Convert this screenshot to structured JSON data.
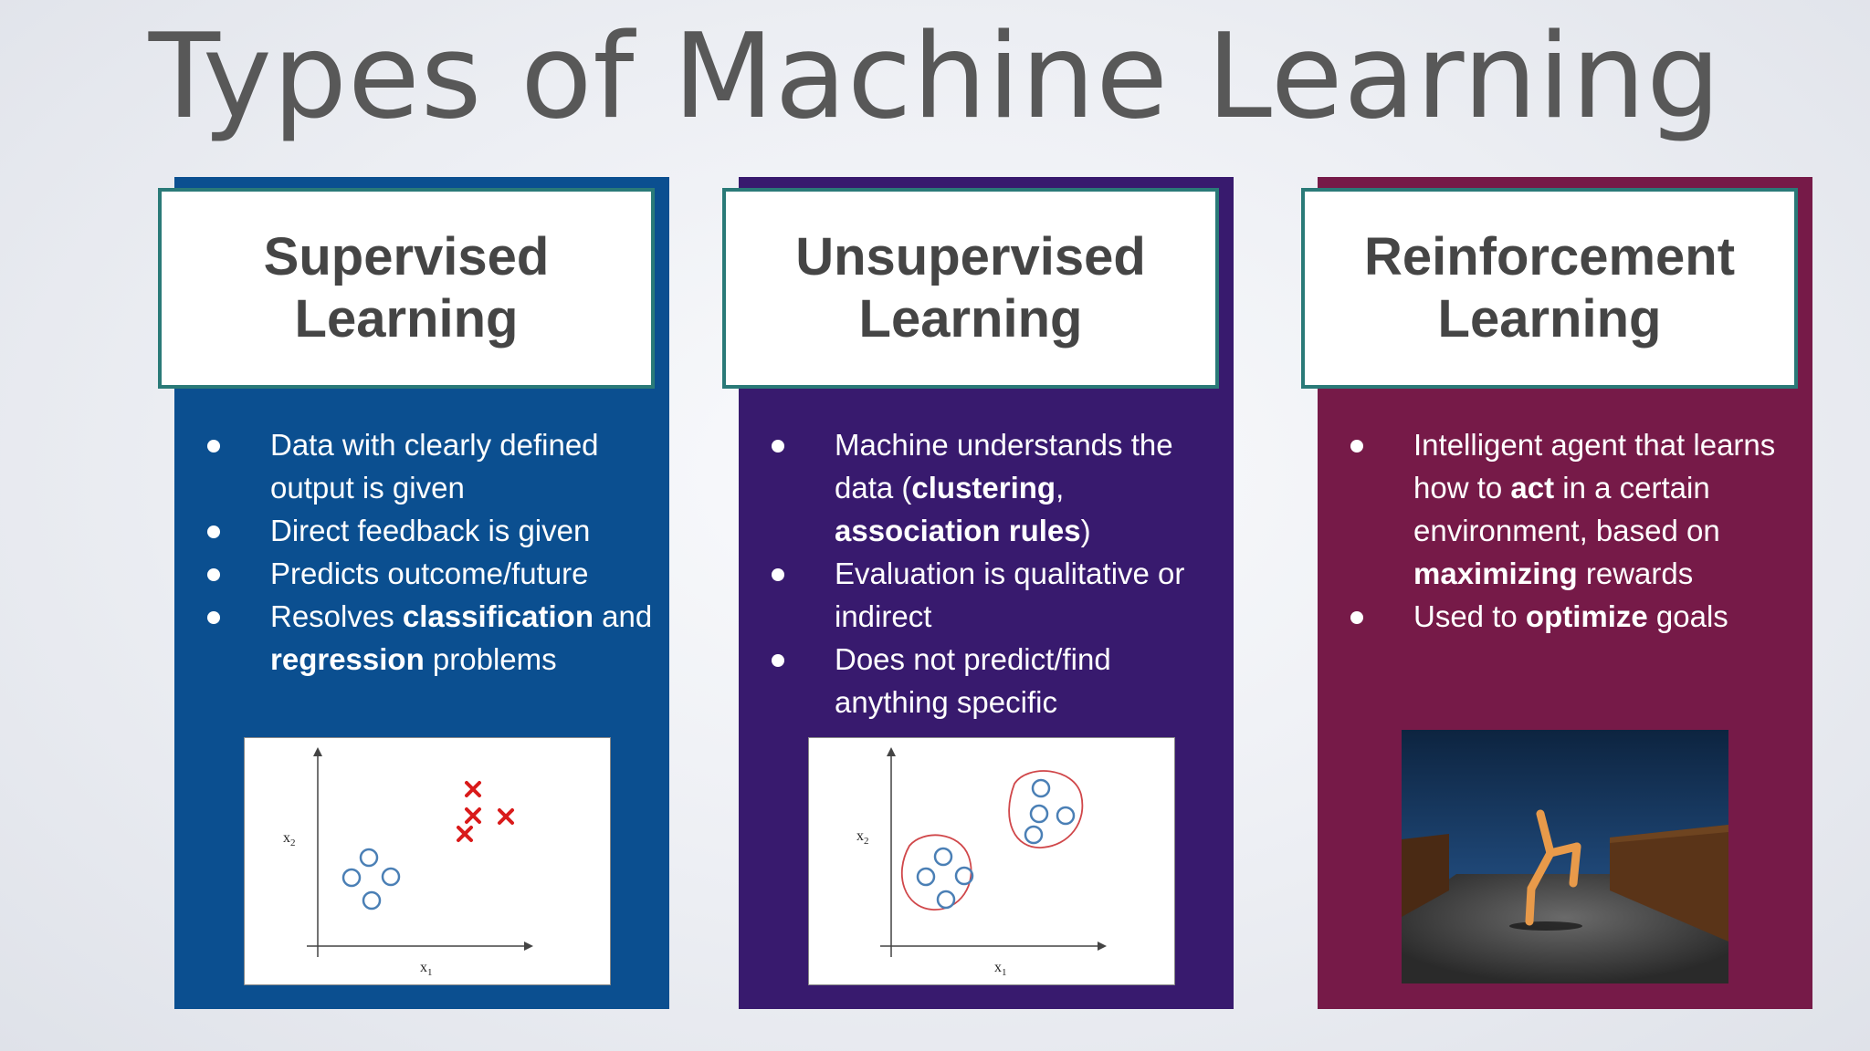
{
  "slide": {
    "title": "Types of Machine Learning"
  },
  "columns": [
    {
      "id": "supervised",
      "title_line1": "Supervised",
      "title_line2": "Learning",
      "bullets": [
        [
          {
            "t": "Data with clearly defined output is given"
          }
        ],
        [
          {
            "t": "Direct feedback is given"
          }
        ],
        [
          {
            "t": "Predicts outcome/future"
          }
        ],
        [
          {
            "t": "Resolves "
          },
          {
            "t": "classification",
            "b": true
          },
          {
            "t": " and "
          },
          {
            "t": "regression",
            "b": true
          },
          {
            "t": " problems"
          }
        ]
      ]
    },
    {
      "id": "unsupervised",
      "title_line1": "Unsupervised",
      "title_line2": "Learning",
      "bullets": [
        [
          {
            "t": "Machine understands the data ("
          },
          {
            "t": "clustering",
            "b": true
          },
          {
            "t": ", "
          },
          {
            "t": "association rules",
            "b": true
          },
          {
            "t": ")"
          }
        ],
        [
          {
            "t": "Evaluation is qualitative or indirect"
          }
        ],
        [
          {
            "t": "Does not predict/find anything specific"
          }
        ]
      ]
    },
    {
      "id": "reinforcement",
      "title_line1": "Reinforcement",
      "title_line2": "Learning",
      "bullets": [
        [
          {
            "t": "Intelligent agent that learns how to "
          },
          {
            "t": "act",
            "b": true
          },
          {
            "t": " in a certain environment, based on "
          },
          {
            "t": "maximizing",
            "b": true
          },
          {
            "t": " rewards"
          }
        ],
        [
          {
            "t": "Used to "
          },
          {
            "t": "optimize",
            "b": true
          },
          {
            "t": " goals"
          }
        ]
      ]
    }
  ],
  "plots": {
    "supervised": {
      "ylabel": "x",
      "ysub": "2",
      "xlabel": "x",
      "xsub": "1"
    },
    "unsupervised": {
      "ylabel": "x",
      "ysub": "2",
      "xlabel": "x",
      "xsub": "1"
    }
  },
  "colors": {
    "supervised": "#0b4f90",
    "unsupervised": "#381a6e",
    "reinforcement": "#761a48",
    "header_border": "#2a7a78",
    "circle_marker": "#4a7fb5",
    "cross_marker": "#d91a1a",
    "cluster_outline": "#d0474a"
  }
}
